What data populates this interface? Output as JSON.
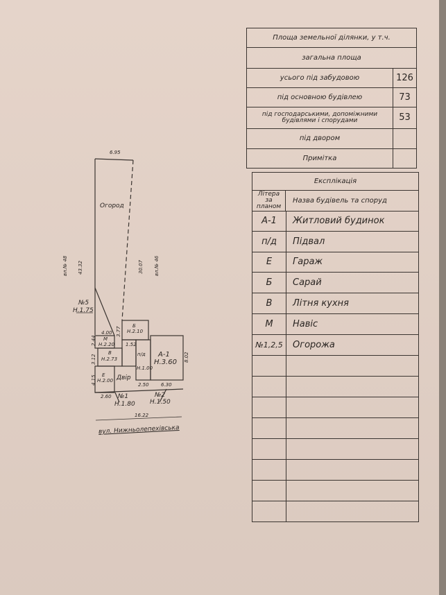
{
  "table": {
    "rows": [
      {
        "label": "Площа земельної ділянки, у т.ч.",
        "value": ""
      },
      {
        "label": "загальна площа",
        "value": ""
      },
      {
        "label": "усього під забудовою",
        "value": "126"
      },
      {
        "label": "під основною будівлею",
        "value": "73"
      },
      {
        "label": "під господарськими, допоміжними будівлями і спорудами",
        "value": "53"
      },
      {
        "label": "під двором",
        "value": ""
      },
      {
        "label": "Примітка",
        "value": ""
      }
    ],
    "explication_title": "Експлікація",
    "col_litera": "Літера за планом",
    "col_name": "Назва будівель та споруд",
    "buildings": [
      {
        "litera": "А-1",
        "name": "Житловий будинок"
      },
      {
        "litera": "п/д",
        "name": "Підвал"
      },
      {
        "litera": "Е",
        "name": "Гараж"
      },
      {
        "litera": "Б",
        "name": "Сарай"
      },
      {
        "litera": "В",
        "name": "Літня кухня"
      },
      {
        "litera": "М",
        "name": "Навіс"
      },
      {
        "litera": "№1,2,5",
        "name": "Огорожа"
      }
    ]
  },
  "plan": {
    "width_top": "6.95",
    "garden": "Огород",
    "len_left": "43.32",
    "neighbor_left": "вл.№ 48",
    "len_right": "30.07",
    "neighbor_right": "вл.№ 46",
    "fence5": "№5",
    "fence5_h": "Н.1.75",
    "dim_a": "4.00",
    "dim_b": "3.77",
    "dim_c": "2.44",
    "dim_d": "3.12",
    "dim_e": "4.15",
    "dim_f": "2.60",
    "dim_g": "2.50",
    "dim_h": "6.30",
    "dim_i": "8.02",
    "dim_j": "1.52",
    "b_label": "Б",
    "b_h": "Н.2.10",
    "m_label": "М",
    "m_h": "Н.2.20",
    "v_label": "В",
    "v_h": "Н.2.73",
    "e_label": "Е",
    "e_h": "Н.2.00",
    "pd_label": "п/д",
    "pd_h": "Н.1.00",
    "a_label": "А-1",
    "a_h": "Н.3.60",
    "yard": "Двір",
    "fence1": "№1",
    "fence1_h": "Н.1.80",
    "fence2": "№2",
    "fence2_h": "Н.1.50",
    "width_bottom": "16.22",
    "street": "вул. Нижньолепехівська"
  }
}
